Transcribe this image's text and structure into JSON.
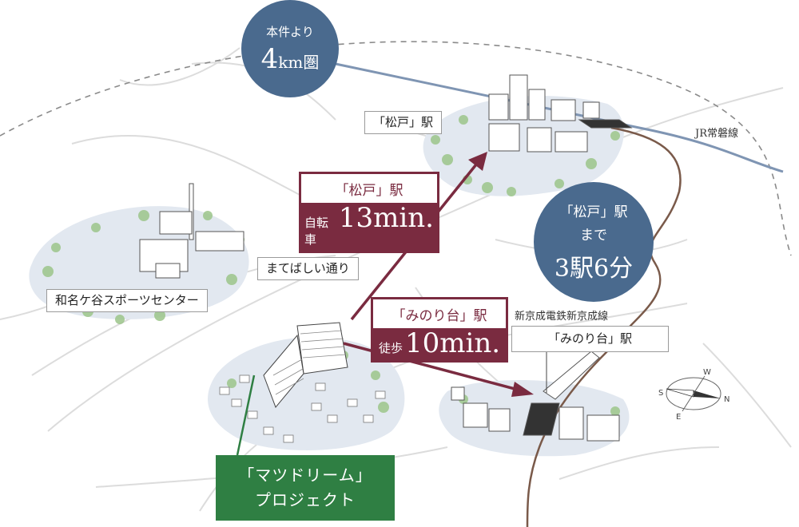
{
  "radius_badge": {
    "line1": "本件より",
    "distance_number": "4",
    "distance_unit": "km圏"
  },
  "stations": {
    "matsudo": {
      "label": "「松戸」駅"
    },
    "minoridai": {
      "label": "「みのり台」駅"
    }
  },
  "facilities": {
    "sports_center": "和名ケ谷スポーツセンター"
  },
  "roads": {
    "matebashi": "まてばしい通り"
  },
  "rail_lines": {
    "jr": "JR常磐線",
    "shinkeisei": "新京成電鉄新京成線"
  },
  "route_cards": {
    "bike": {
      "destination": "「松戸」駅",
      "mode": "自転車",
      "time": "13min."
    },
    "walk": {
      "destination": "「みのり台」駅",
      "mode": "徒歩",
      "time": "10min."
    }
  },
  "train_badge": {
    "line1": "「松戸」駅",
    "line2": "まで",
    "line3": "3駅6分"
  },
  "project_badge": {
    "line1": "「マツドリーム」",
    "line2": "プロジェクト"
  },
  "compass_letters": {
    "s": "S",
    "e": "E",
    "w": "W",
    "n": "N"
  },
  "colors": {
    "navy_circle": "#4a6a8e",
    "maroon": "#7a2b40",
    "green": "#2f7f43",
    "jr_line": "#7f95b3",
    "shinkeisei_line": "#7a5a4a",
    "area_fill": "#dfe6ef",
    "tree": "#8fbf7a",
    "road": "#d9d9d9"
  }
}
